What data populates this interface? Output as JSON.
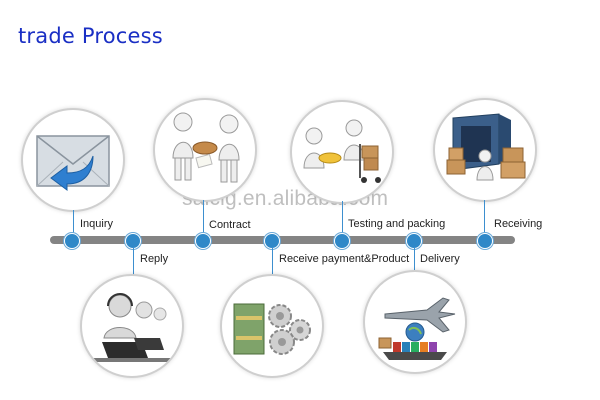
{
  "title": "trade Process",
  "watermark": "salcig.en.alibaba.com",
  "steps": [
    {
      "label": "Inquiry"
    },
    {
      "label": "Reply"
    },
    {
      "label": "Contract"
    },
    {
      "label": "Receive payment&Product"
    },
    {
      "label": "Testing and packing"
    },
    {
      "label": "Delivery"
    },
    {
      "label": "Receiving"
    }
  ],
  "colors": {
    "title": "#1a2fc4",
    "dot": "#2f88c8",
    "timeline": "#848484"
  },
  "icons": [
    "envelope-reply-icon",
    "call-center-icon",
    "handshake-contract-icon",
    "money-gears-icon",
    "testing-packing-icon",
    "airplane-delivery-icon",
    "warehouse-receiving-icon"
  ]
}
